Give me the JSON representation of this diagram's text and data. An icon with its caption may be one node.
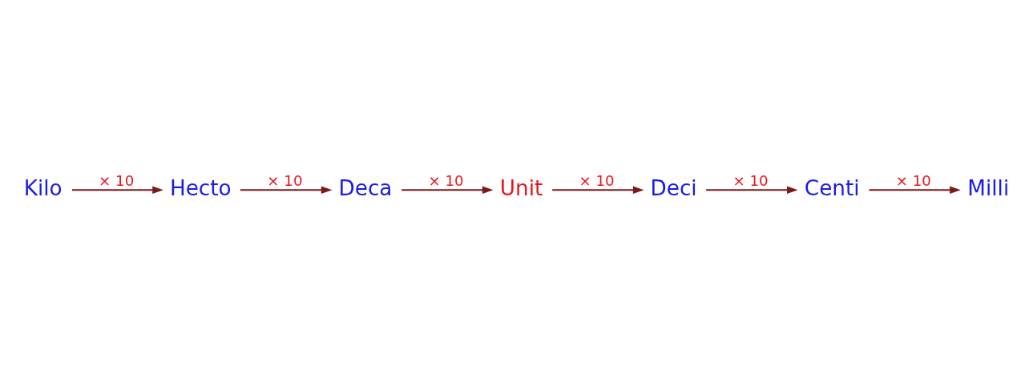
{
  "diagram": {
    "nodes": [
      {
        "text": [
          "Kilo"
        ]
      },
      {
        "text": [
          "Hecto"
        ]
      },
      {
        "text": [
          "Deca"
        ]
      },
      {
        "text": [
          "Unit"
        ]
      },
      {
        "text": [
          "Deci"
        ]
      },
      {
        "text": [
          "Centi"
        ]
      },
      {
        "text": [
          "Milli"
        ]
      }
    ],
    "edges": [
      {
        "from": 0,
        "to": 1,
        "arrow": "to",
        "label": "× 10"
      },
      {
        "from": 1,
        "to": 2,
        "arrow": "to",
        "label": "× 10"
      },
      {
        "from": 2,
        "to": 3,
        "arrow": "to",
        "label": "× 10"
      },
      {
        "from": 3,
        "to": 4,
        "arrow": "to",
        "label": "× 10"
      },
      {
        "from": 4,
        "to": 5,
        "arrow": "to",
        "label": "× 10"
      },
      {
        "from": 5,
        "to": 6,
        "arrow": "to",
        "label": "× 10"
      }
    ]
  }
}
